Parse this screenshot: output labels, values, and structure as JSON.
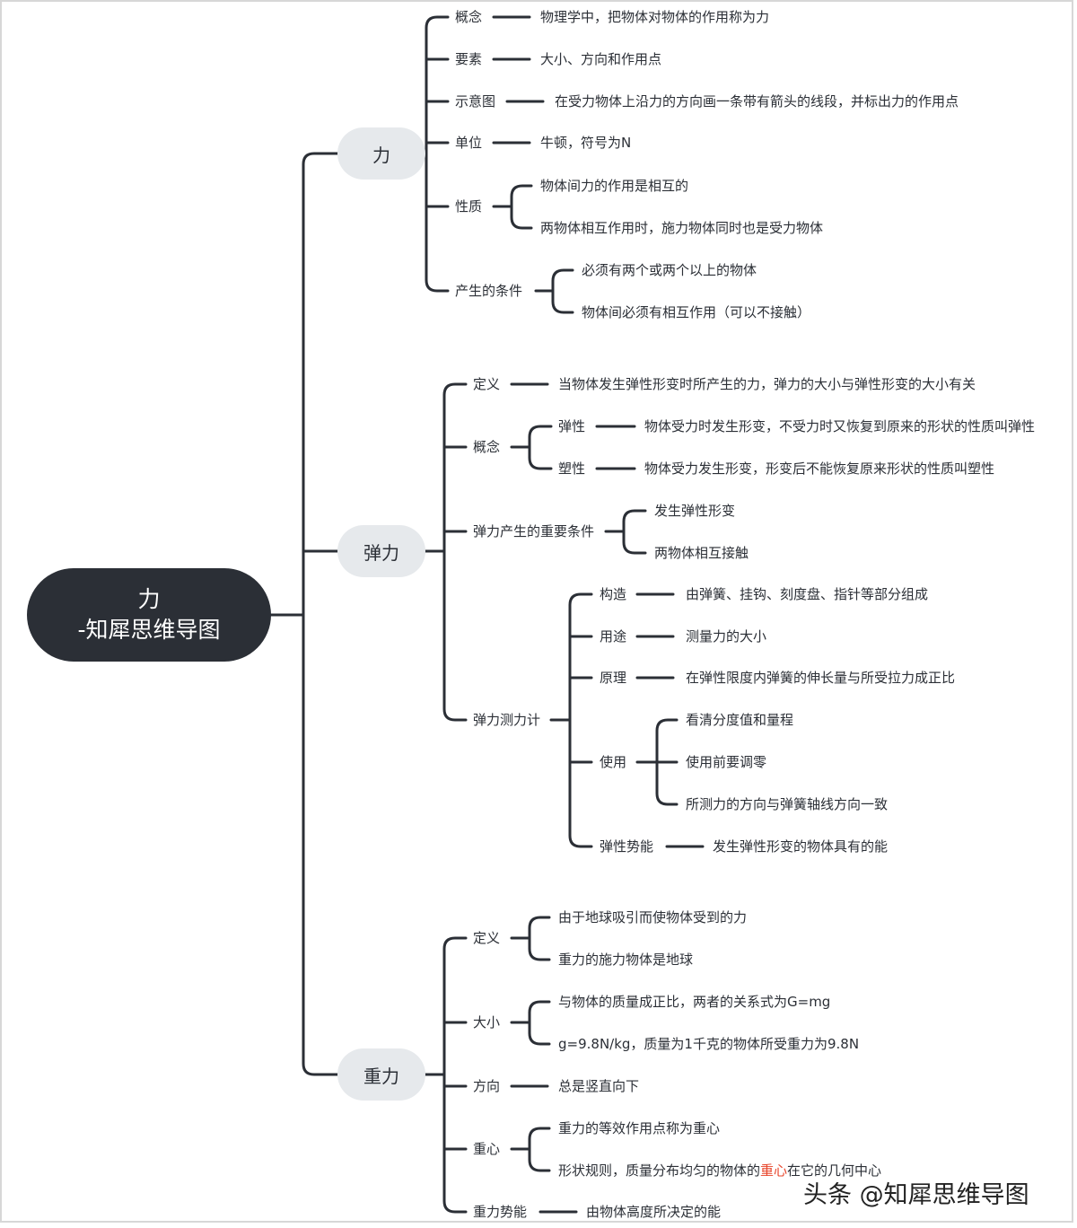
{
  "root": {
    "line1": "力",
    "line2": "-知犀思维导图"
  },
  "watermark": "头条 @知犀思维导图",
  "force": {
    "label": "力",
    "concept": {
      "label": "概念",
      "text": "物理学中，把物体对物体的作用称为力"
    },
    "elements": {
      "label": "要素",
      "text": "大小、方向和作用点"
    },
    "diagram": {
      "label": "示意图",
      "text": "在受力物体上沿力的方向画一条带有箭头的线段，并标出力的作用点"
    },
    "unit": {
      "label": "单位",
      "text": "牛顿，符号为N"
    },
    "nature": {
      "label": "性质",
      "items": [
        "物体间力的作用是相互的",
        "两物体相互作用时，施力物体同时也是受力物体"
      ]
    },
    "conditions": {
      "label": "产生的条件",
      "items": [
        "必须有两个或两个以上的物体",
        "物体间必须有相互作用（可以不接触）"
      ]
    }
  },
  "elastic": {
    "label": "弹力",
    "definition": {
      "label": "定义",
      "text": "当物体发生弹性形变时所产生的力，弹力的大小与弹性形变的大小有关"
    },
    "concept": {
      "label": "概念",
      "elasticity": {
        "label": "弹性",
        "text": "物体受力时发生形变，不受力时又恢复到原来的形状的性质叫弹性"
      },
      "plasticity": {
        "label": "塑性",
        "text": "物体受力发生形变，形变后不能恢复原来形状的性质叫塑性"
      }
    },
    "conditions": {
      "label": "弹力产生的重要条件",
      "items": [
        "发生弹性形变",
        "两物体相互接触"
      ]
    },
    "meter": {
      "label": "弹力测力计",
      "structure": {
        "label": "构造",
        "text": "由弹簧、挂钩、刻度盘、指针等部分组成"
      },
      "purpose": {
        "label": "用途",
        "text": "测量力的大小"
      },
      "principle": {
        "label": "原理",
        "text": "在弹性限度内弹簧的伸长量与所受拉力成正比"
      },
      "usage": {
        "label": "使用",
        "items": [
          "看清分度值和量程",
          "使用前要调零",
          "所测力的方向与弹簧轴线方向一致"
        ]
      },
      "potential": {
        "label": "弹性势能",
        "text": "发生弹性形变的物体具有的能"
      }
    }
  },
  "gravity": {
    "label": "重力",
    "definition": {
      "label": "定义",
      "items": [
        "由于地球吸引而使物体受到的力",
        "重力的施力物体是地球"
      ]
    },
    "size": {
      "label": "大小",
      "items": [
        "与物体的质量成正比，两者的关系式为G=mg",
        "g=9.8N/kg，质量为1千克的物体所受重力为9.8N"
      ]
    },
    "direction": {
      "label": "方向",
      "text": "总是竖直向下"
    },
    "center": {
      "label": "重心",
      "item1": "重力的等效作用点称为重心",
      "item2": {
        "before": "形状规则，质量分布均匀的物体的",
        "highlight": "重心",
        "after": "在它的几何中心"
      }
    },
    "potential": {
      "label": "重力势能",
      "text": "由物体高度所决定的能"
    }
  },
  "colors": {
    "line": "#2b2f36",
    "root_bg": "#2b2f36",
    "category_bg": "#e6e9ec",
    "highlight": "#e8442a"
  }
}
